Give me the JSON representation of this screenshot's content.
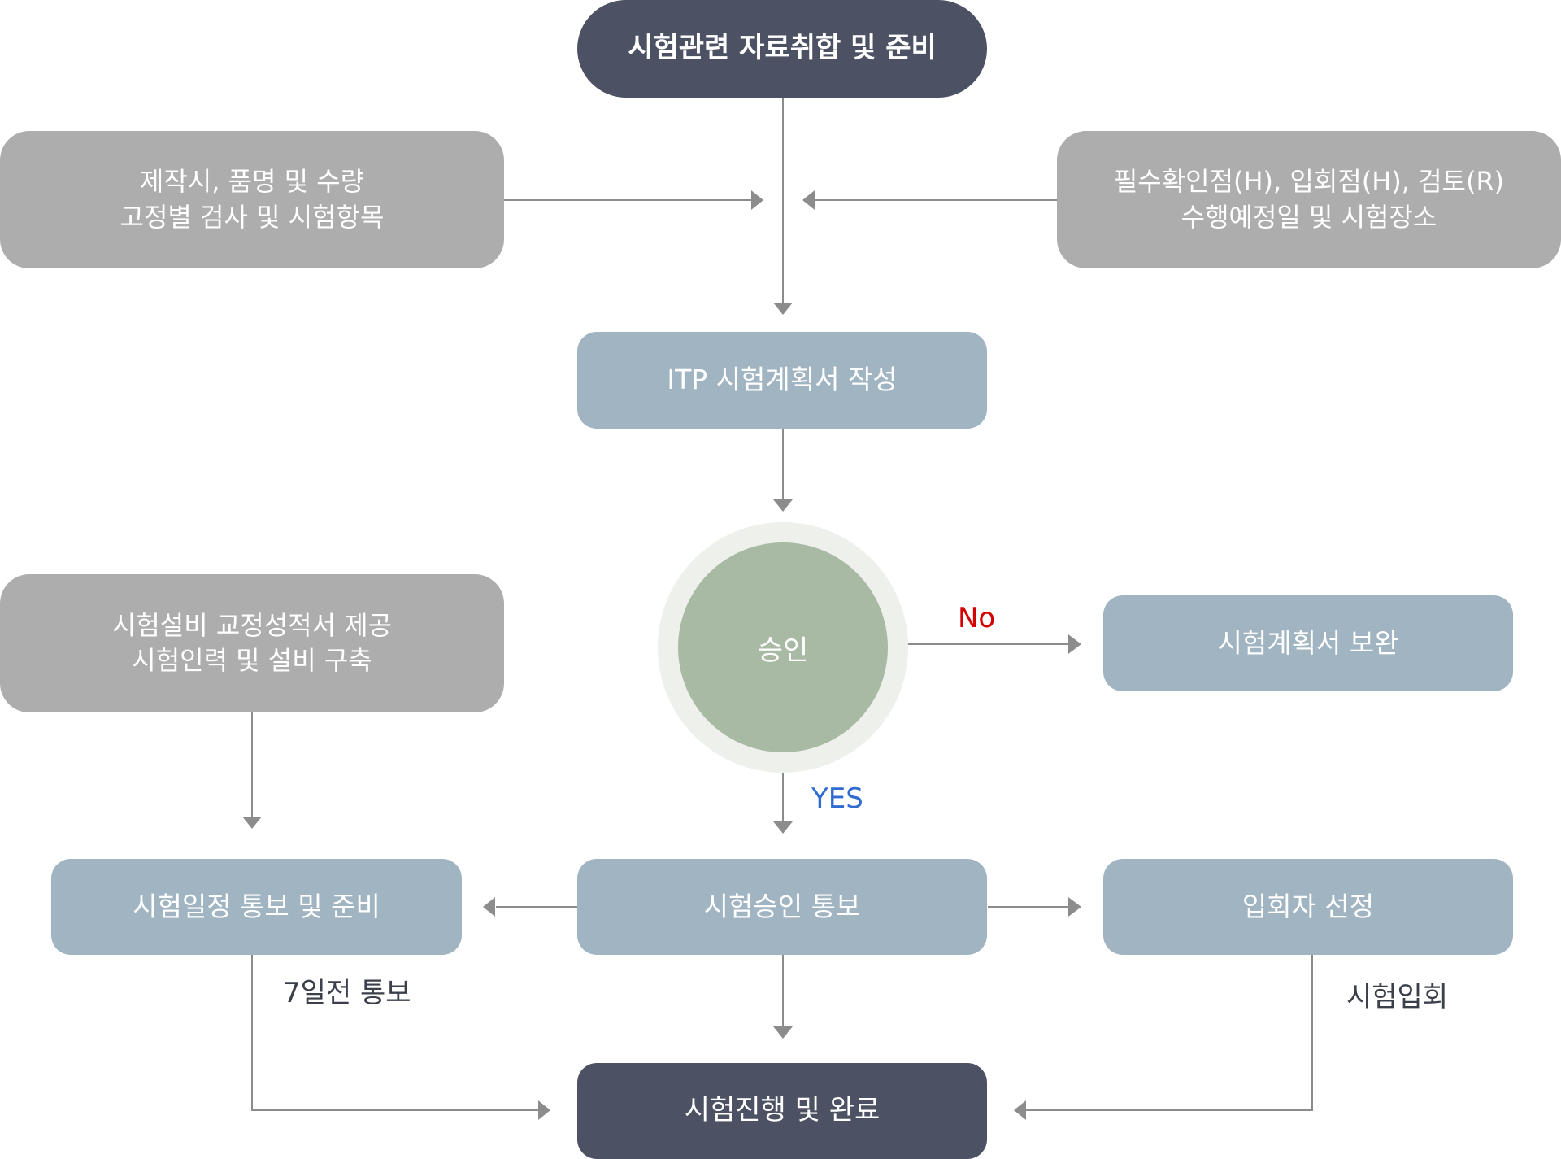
{
  "nodes": {
    "start": "시험관련 자료취합 및 준비",
    "left_info": [
      "제작시, 품명 및 수량",
      "고정별 검사 및 시험항목"
    ],
    "right_info": [
      "필수확인점(H), 입회점(H), 검토(R)",
      "수행예정일 및 시험장소"
    ],
    "itp": "ITP 시험계획서 작성",
    "approval": "승인",
    "revise": "시험계획서 보완",
    "equipment": [
      "시험설비 교정성적서 제공",
      "시험인력 및 설비 구축"
    ],
    "schedule": "시험일정 통보 및 준비",
    "notify": "시험승인 통보",
    "witness": "입회자 선정",
    "end": "시험진행 및 완료"
  },
  "labels": {
    "no": "No",
    "yes": "YES",
    "seven_days": "7일전 통보",
    "witness_test": "시험입회"
  },
  "colors": {
    "dark": "#4c5264",
    "gray": "#adadad",
    "blue": "#a0b4c1",
    "green": "#a8b9a4",
    "line": "#8c8c8c",
    "no": "#d40000",
    "yes": "#2f6bd0"
  }
}
